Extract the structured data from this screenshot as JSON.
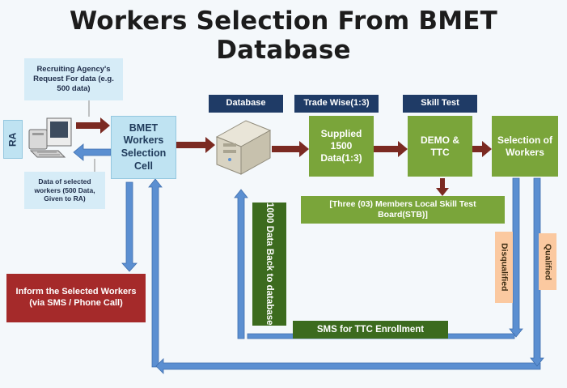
{
  "title": "Workers Selection From BMET Database",
  "request_note": "Recruiting Agency's Request For data (e.g. 500 data)",
  "ra_label": "RA",
  "data_given_note": "Data of selected workers (500 Data, Given to RA)",
  "cell": "BMET Workers Selection Cell",
  "header_database": "Database",
  "header_trade": "Trade Wise(1:3)",
  "header_skill": "Skill Test",
  "supplied": "Supplied 1500 Data(1:3)",
  "demo": "DEMO & TTC",
  "selection": "Selection of Workers",
  "board": "[Three (03) Members Local Skill Test Board(STB)]",
  "data_back": "1000 Data Back to database",
  "disqualified": "Disqualified",
  "qualified": "Qualified",
  "inform": "Inform the Selected Workers (via SMS / Phone Call)",
  "sms_ttc": "SMS for TTC Enrollment",
  "colors": {
    "arrow_dark_red": "#7b2a22",
    "arrow_blue": "#5b8fd1",
    "green": "#7aa53a",
    "dark_green": "#3c6b1e",
    "navy": "#1f3b66",
    "red": "#a52a2a",
    "peach": "#fbc9a0"
  }
}
